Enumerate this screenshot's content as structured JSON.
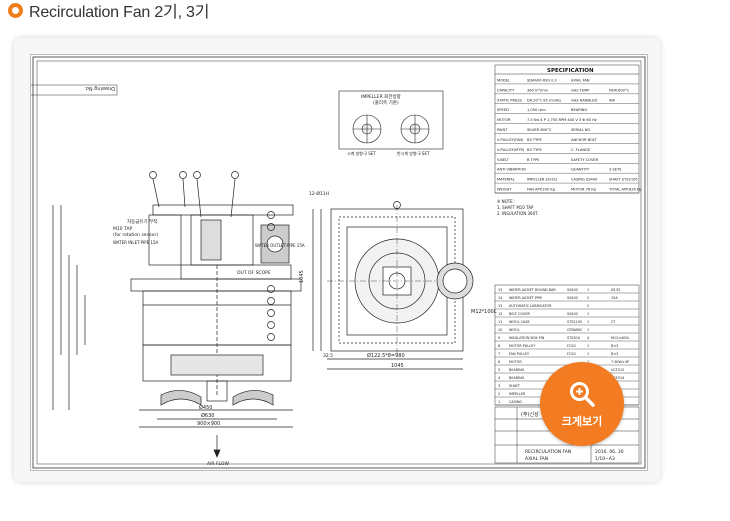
{
  "header": {
    "title": "Recirculation Fan 2기, 3기"
  },
  "colors": {
    "accent": "#f37b21"
  },
  "zoom_button": {
    "label": "크게보기",
    "icon": "magnifier-plus-icon"
  },
  "drawing": {
    "doc_no": "Drawing No.",
    "spec_title": "SPECIFICATION",
    "spec_rows": [
      [
        "MODEL",
        "SDAAXF-630-2,3",
        "AXIAL FAN"
      ],
      [
        "CAPACITY",
        "360 m³/min",
        "GAS TEMP",
        "NOR.600°C"
      ],
      [
        "STATIC PRESS",
        "DA.20°C 85 mmAq",
        "GAS HANDLED",
        "AIR"
      ],
      [
        "SPEED",
        "1,050 rpm",
        "BEARING"
      ],
      [
        "MOTOR",
        "7.5 Kw 4 P 1,750 RPM 440 V 3 Φ 60 Hz"
      ],
      [
        "PAINT",
        "SILVER 600°C",
        "SERIAL NO."
      ],
      [
        "V-PULLEY(FAN)",
        "B3 TYPE",
        "ANCHOR BOLT"
      ],
      [
        "V-PULLEY(MTR)",
        "B3 TYPE",
        "C. FLANGE"
      ],
      [
        "V-BELT",
        "B TYPE",
        "SAFETY COVER"
      ],
      [
        "ANTI VIBRATION",
        "",
        "QUANTITY",
        "3 SETS"
      ],
      [
        "MATERIAL",
        "IMPELLER SCH22",
        "CASING SS400",
        "SHAFT STS2105"
      ],
      [
        "WEIGHT",
        "FAN APP.200 Kg",
        "MOTOR 78 Kg",
        "TOTAL APP.826 Kg"
      ]
    ],
    "notes": [
      "※ NOTE :",
      "1. SHAFT M10 TAP",
      "2. INSULATION 360T."
    ],
    "impeller_box": [
      "IMPELLER 회전방향",
      "(풀리측 기준)"
    ],
    "impeller_captions": [
      "시계 방향-3 SET",
      "반시계 방향-3 SET"
    ],
    "parts": [
      [
        "15",
        "WATER JACKET ROUND BAR",
        "SS400",
        "1",
        "Ø133"
      ],
      [
        "14",
        "WATER JACKET PIPE",
        "SS400",
        "2",
        "15A"
      ],
      [
        "13",
        "AUTOMATIC LUBRICATOR",
        "",
        "2",
        ""
      ],
      [
        "12",
        "BELT COVER",
        "SS400",
        "1",
        ""
      ],
      [
        "11",
        "WOOL CASE",
        "STS2105",
        "1",
        "2T"
      ],
      [
        "10",
        "WOOL",
        "CERAMIC",
        "1",
        ""
      ],
      [
        "9",
        "INSULATION BOX PIN",
        "STS304",
        "4",
        "M12×400L"
      ],
      [
        "8",
        "MOTOR PULLEY",
        "FC20",
        "1",
        "B×3"
      ],
      [
        "7",
        "FAN PULLEY",
        "FC20",
        "1",
        "B×3"
      ],
      [
        "6",
        "MOTOR",
        "",
        "1",
        "7.5KW×4P"
      ],
      [
        "5",
        "BEARING",
        "",
        "1",
        "UCF312"
      ],
      [
        "4",
        "BEARING",
        "",
        "1",
        "UCF314"
      ],
      [
        "3",
        "SHAFT",
        "",
        "1",
        ""
      ],
      [
        "2",
        "IMPELLER",
        "",
        "1",
        ""
      ],
      [
        "1",
        "CASING",
        "",
        "1",
        ""
      ]
    ],
    "title_block": {
      "company": "(주)신성",
      "name": "RECIRCULATION FAN",
      "type": "AXIAL FAN",
      "date": "2016. 06. 30",
      "scale": "1/10~A3"
    },
    "labels": {
      "air_flow": "AIR FLOW",
      "motor_outlet": "WATER OUTLET-PIPE 15A",
      "water_inlet": "WATER INLET-PIPE 15A",
      "m10_tap": "M10 TAP",
      "rotation_sensor": "(for rotation sensor)",
      "out_of_scope": "OUT OF SCOPE",
      "dia_450": "Ø450",
      "dia_630": "Ø630",
      "dim_900": "900×900",
      "dim_1045": "1045",
      "dim_1045b": "1045",
      "dim_980": "Ø122.5*8=980",
      "m12": "M12*100L",
      "dim_32": "32.5",
      "label_12": "12-Ø11H",
      "lubricator": "자동급유기 부착"
    }
  }
}
